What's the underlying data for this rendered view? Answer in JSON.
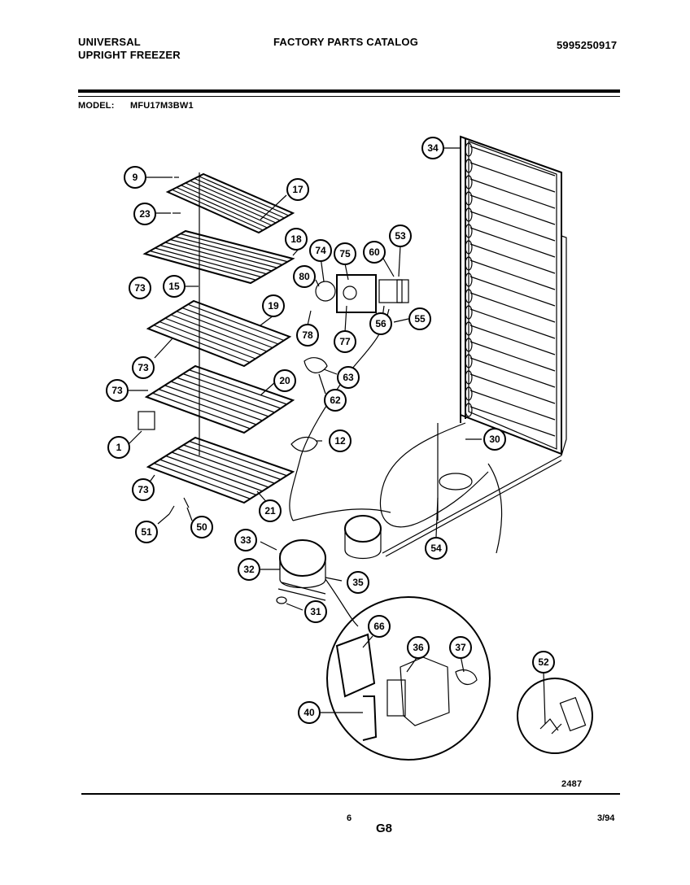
{
  "header": {
    "brand_line1": "UNIVERSAL",
    "brand_line2": "UPRIGHT FREEZER",
    "catalog_title": "FACTORY PARTS CATALOG",
    "document_number": "5995250917"
  },
  "model": {
    "label": "MODEL:",
    "value": "MFU17M3BW1"
  },
  "callouts": [
    "34",
    "9",
    "17",
    "23",
    "18",
    "74",
    "75",
    "60",
    "53",
    "80",
    "73",
    "15",
    "19",
    "78",
    "77",
    "56",
    "55",
    "73",
    "63",
    "73",
    "20",
    "62",
    "1",
    "12",
    "30",
    "73",
    "21",
    "51",
    "50",
    "33",
    "32",
    "35",
    "54",
    "31",
    "66",
    "36",
    "37",
    "52",
    "40"
  ],
  "footer": {
    "figure_number": "2487",
    "page_number": "6",
    "section": "G8",
    "date": "3/94"
  }
}
